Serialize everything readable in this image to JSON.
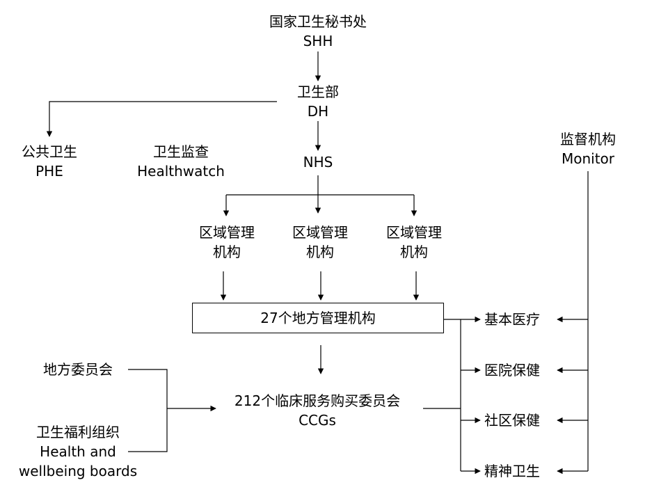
{
  "nodes": {
    "shh": {
      "zh": "国家卫生秘书处",
      "en": "SHH"
    },
    "dh": {
      "zh": "卫生部",
      "en": "DH"
    },
    "phe": {
      "zh": "公共卫生",
      "en": "PHE"
    },
    "healthwatch": {
      "zh": "卫生监查",
      "en": "Healthwatch"
    },
    "nhs": {
      "en": "NHS"
    },
    "monitor": {
      "zh": "监督机构",
      "en": "Monitor"
    },
    "regional": [
      {
        "line1": "区域管理",
        "line2": "机构"
      },
      {
        "line1": "区域管理",
        "line2": "机构"
      },
      {
        "line1": "区域管理",
        "line2": "机构"
      }
    ],
    "local": {
      "label": "27个地方管理机构"
    },
    "ccgs": {
      "zh": "212个临床服务购买委员会",
      "en": "CCGs"
    },
    "local_committee": {
      "zh": "地方委员会"
    },
    "hwb": {
      "zh": "卫生福利组织",
      "en1": "Health and",
      "en2": "wellbeing boards"
    },
    "services": [
      "基本医疗",
      "医院保健",
      "社区保健",
      "精神卫生"
    ]
  }
}
